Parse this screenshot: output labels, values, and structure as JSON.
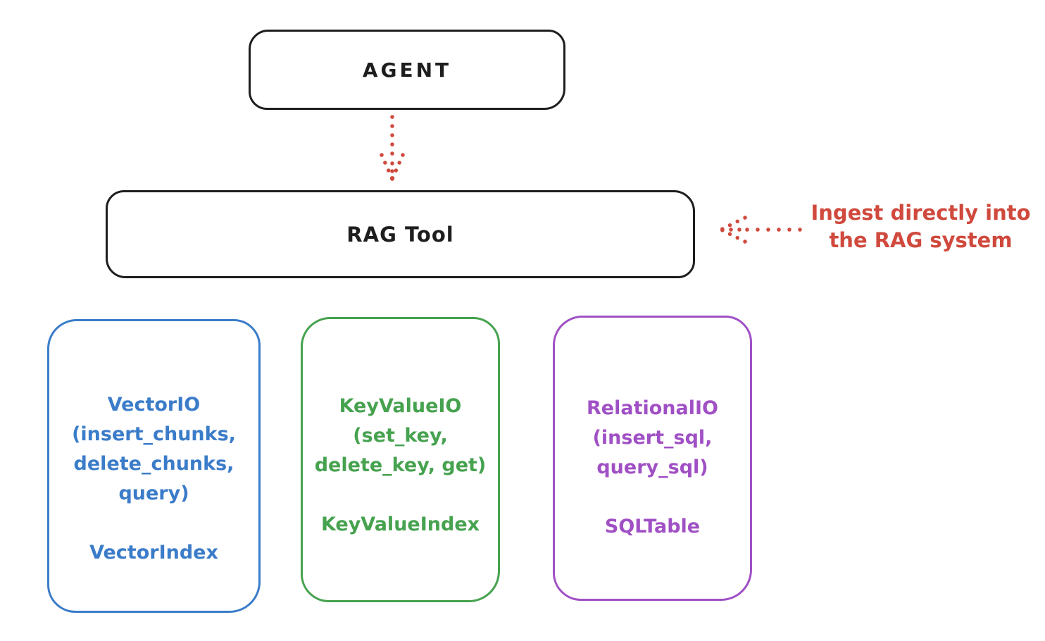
{
  "diagram": {
    "agent_box": {
      "label": "AGENT"
    },
    "rag_tool_box": {
      "label": "RAG Tool"
    },
    "annotation": {
      "line1": "Ingest directly into",
      "line2": "the RAG system"
    },
    "storage_boxes": [
      {
        "name": "vector-io",
        "color": "#3b7cc9",
        "lines": [
          "VectorIO",
          "(insert_chunks,",
          "delete_chunks,",
          "query)"
        ],
        "footer": "VectorIndex"
      },
      {
        "name": "keyvalue-io",
        "color": "#46a24f",
        "lines": [
          "KeyValueIO",
          "(set_key,",
          "delete_key, get)"
        ],
        "footer": "KeyValueIndex"
      },
      {
        "name": "relational-io",
        "color": "#a050c5",
        "lines": [
          "RelationalIO",
          "(insert_sql,",
          "query_sql)"
        ],
        "footer": "SQLTable"
      }
    ],
    "colors": {
      "ink": "#1e1e1e",
      "red": "#d0493d",
      "blue": "#3b7cc9",
      "green": "#46a24f",
      "purple": "#a050c5",
      "background": "#ffffff"
    }
  }
}
